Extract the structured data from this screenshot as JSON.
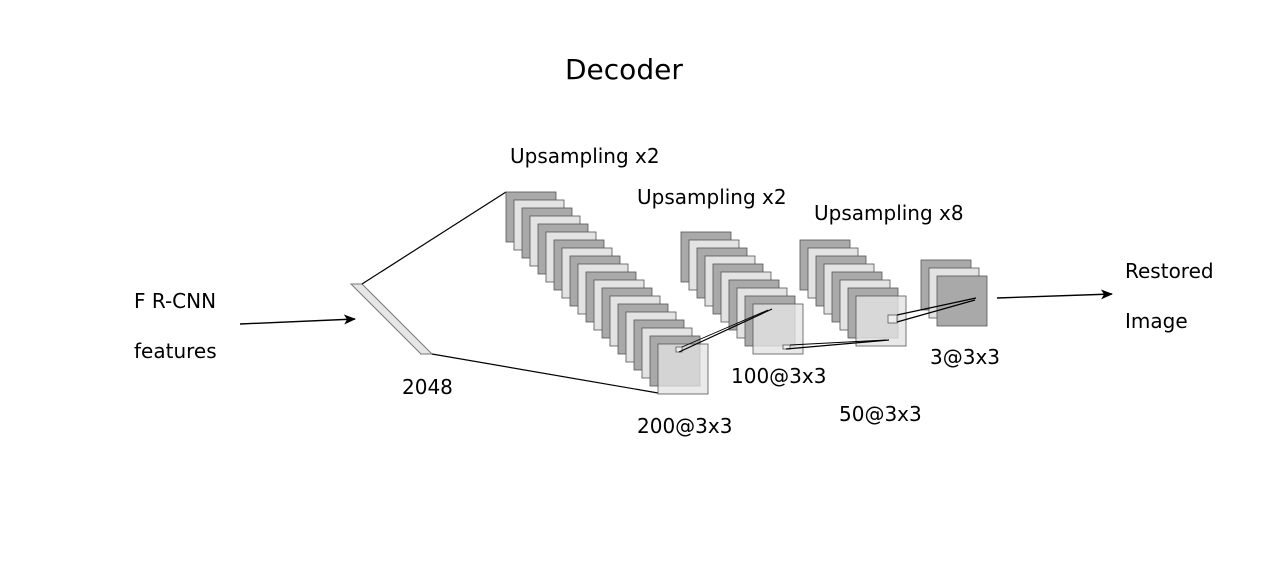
{
  "title": "Decoder",
  "input": {
    "line1": "F R-CNN",
    "line2": "features"
  },
  "output": {
    "line1": "Restored",
    "line2": "Image"
  },
  "vector_label": "2048",
  "stage1": {
    "op": "Upsampling x2",
    "kernel": "200@3x3"
  },
  "stage2": {
    "op": "Upsampling x2",
    "kernel": "100@3x3"
  },
  "stage3": {
    "op": "Upsampling x8",
    "kernel": "50@3x3"
  },
  "stage4": {
    "kernel": "3@3x3"
  },
  "colors": {
    "dark": "#a9a9a9",
    "light": "#e3e3e3",
    "stroke": "#555555",
    "line": "#000000"
  }
}
